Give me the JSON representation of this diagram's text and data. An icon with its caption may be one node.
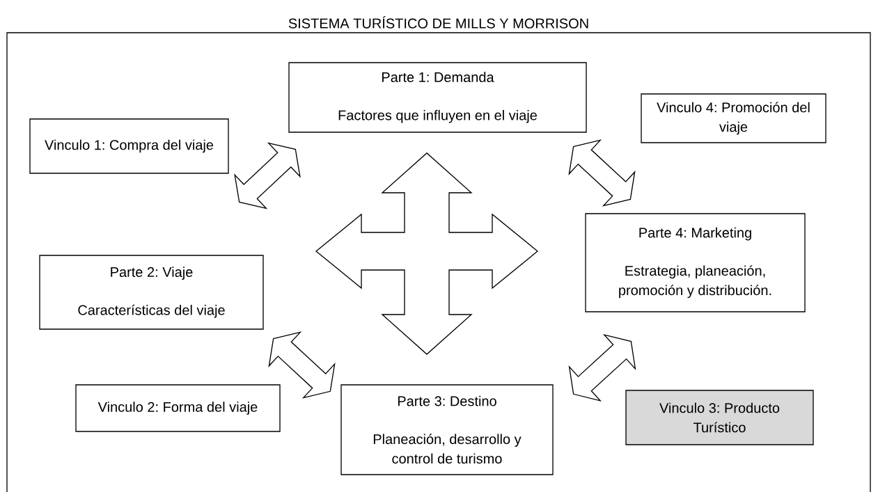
{
  "diagram": {
    "title": "SISTEMA TURÍSTICO DE MILLS Y MORRISON",
    "nodes": [
      {
        "text": [
          "Parte 1: Demanda",
          "Factores que influyen en el viaje"
        ]
      },
      {
        "text": [
          "Vinculo 4: Promoción del viaje"
        ]
      },
      {
        "text": [
          "Vinculo 1: Compra del viaje"
        ]
      },
      {
        "text": [
          "Parte 4: Marketing",
          "Estrategia, planeación, promoción y distribución."
        ]
      },
      {
        "text": [
          "Parte 2: Viaje",
          "Características del viaje"
        ]
      },
      {
        "text": [
          "Vinculo 2: Forma del viaje"
        ]
      },
      {
        "text": [
          "Parte 3: Destino",
          "Planeación, desarrollo y control de turismo"
        ]
      },
      {
        "text": [
          "Vinculo 3: Producto Turístico"
        ]
      }
    ],
    "edges": [
      {
        "from": 0,
        "to": 4,
        "arrow": "both"
      },
      {
        "from": 0,
        "to": 3,
        "arrow": "both"
      },
      {
        "from": 4,
        "to": 6,
        "arrow": "both"
      },
      {
        "from": 6,
        "to": 3,
        "arrow": "both"
      },
      {
        "from": 0,
        "to": 6,
        "arrow": "both"
      },
      {
        "from": 4,
        "to": 3,
        "arrow": "both"
      }
    ]
  }
}
